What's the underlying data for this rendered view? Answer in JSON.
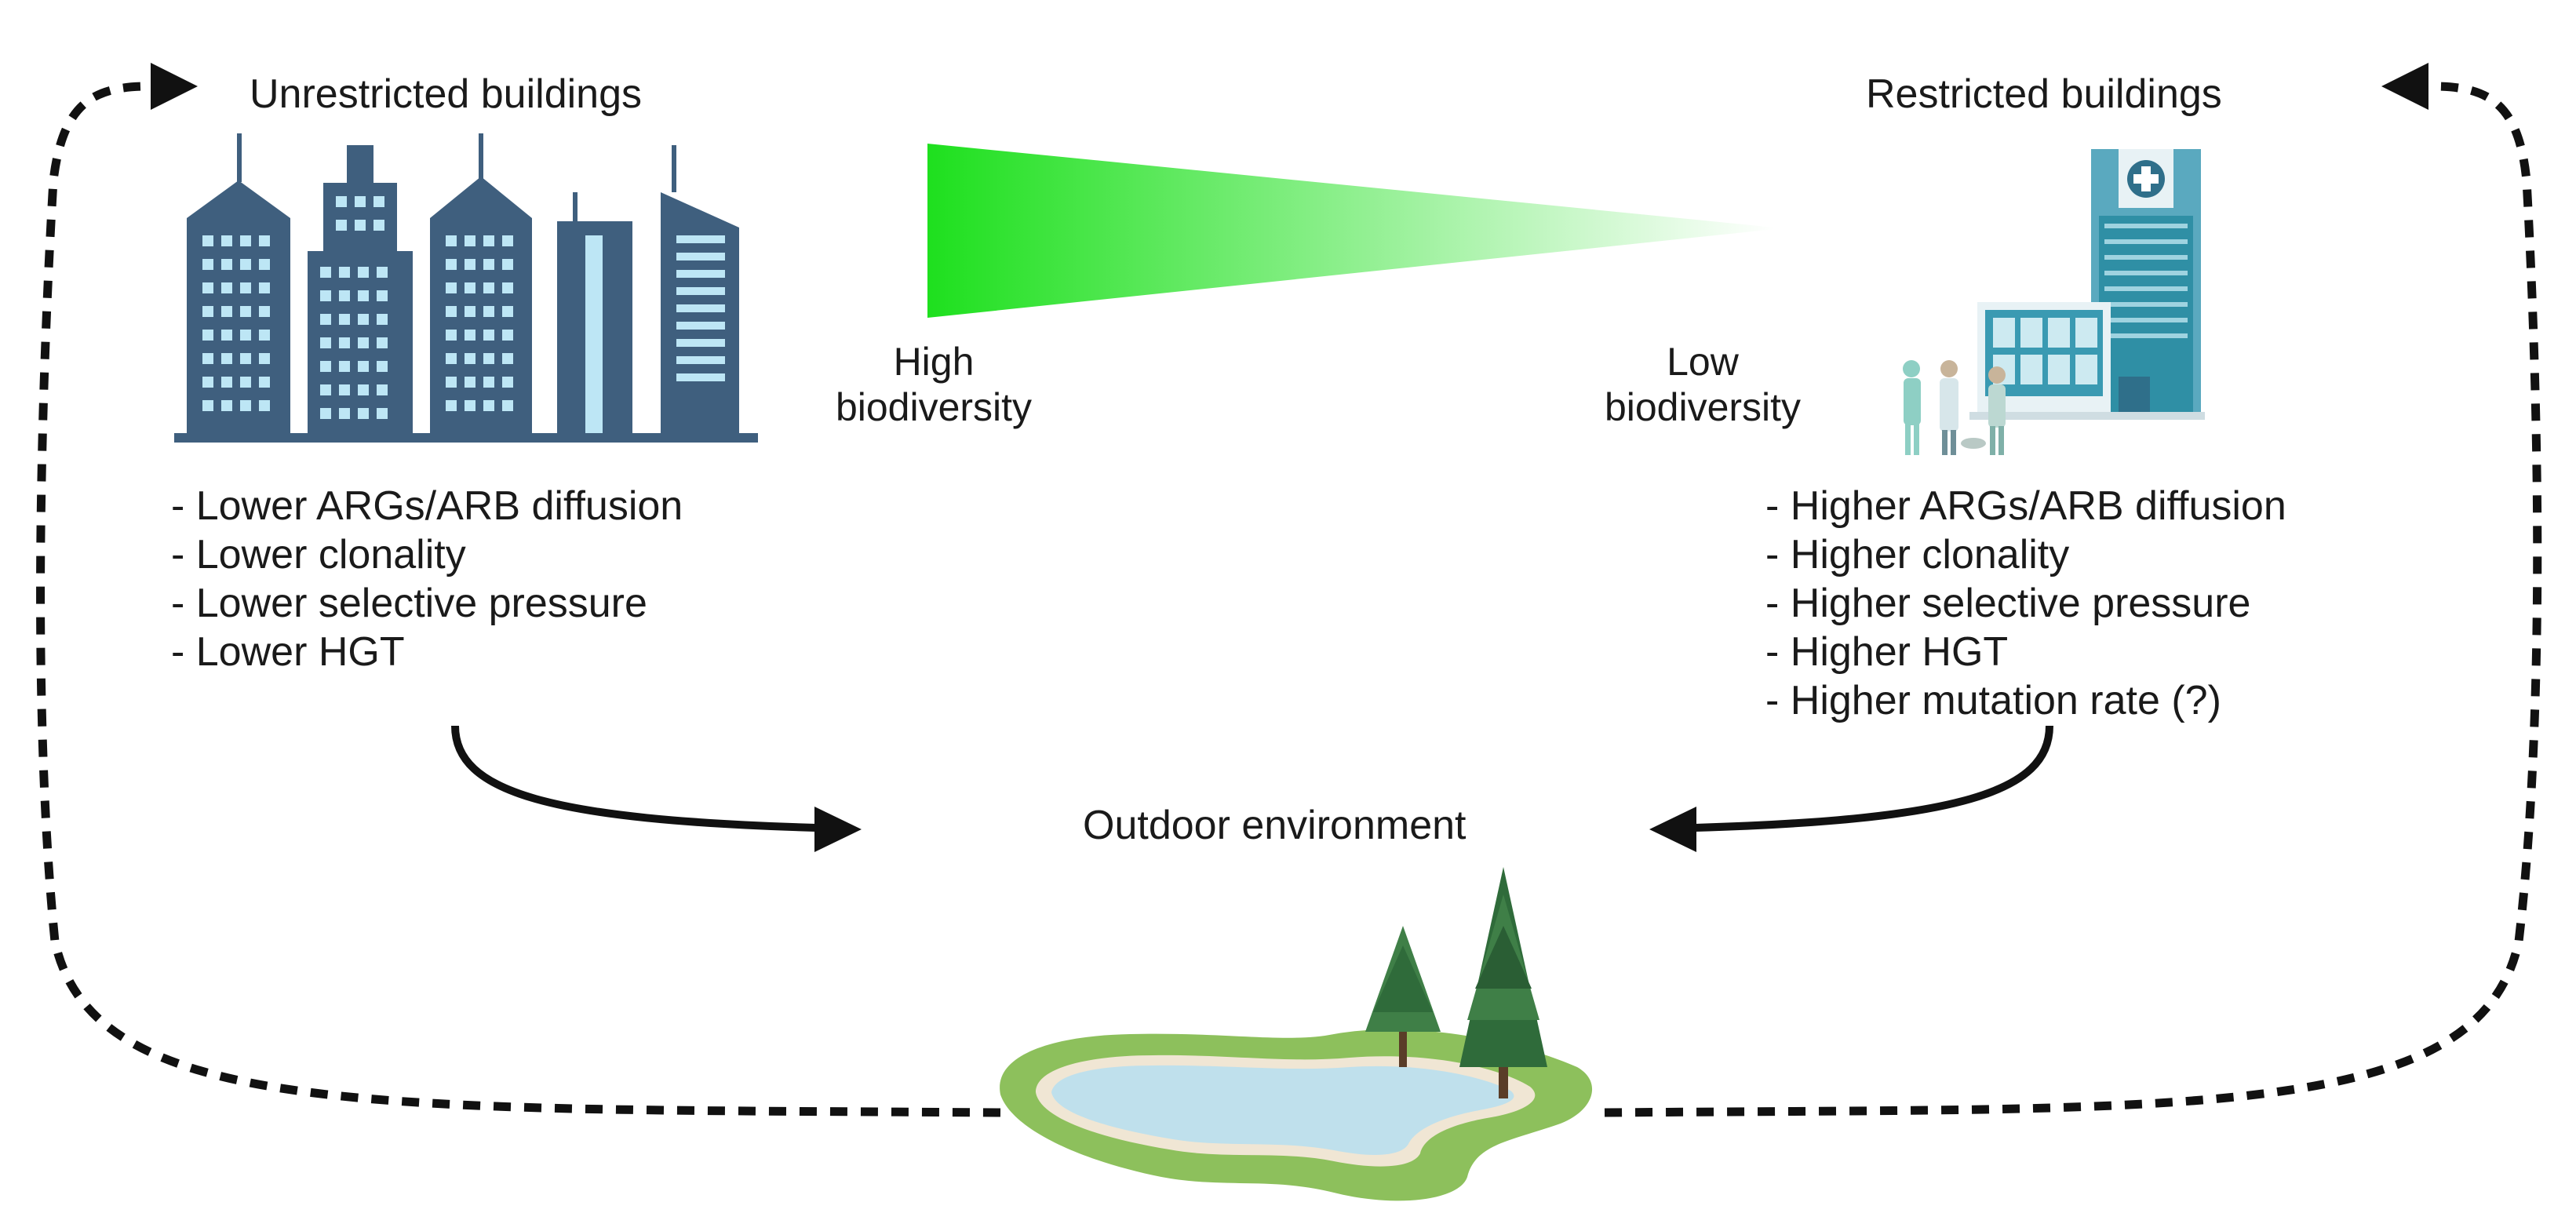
{
  "left_group": {
    "title": "Unrestricted buildings",
    "items": [
      "- Lower ARGs/ARB diffusion",
      "- Lower clonality",
      "- Lower selective pressure",
      "- Lower HGT"
    ]
  },
  "right_group": {
    "title": "Restricted buildings",
    "items": [
      "- Higher ARGs/ARB diffusion",
      "- Higher clonality",
      "- Higher selective pressure",
      "- Higher HGT",
      "- Higher mutation rate (?)"
    ]
  },
  "gradient": {
    "high_label": "High\nbiodiversity",
    "low_label": "Low\nbiodiversity",
    "color_strong": "#1ee01e",
    "color_faint": "#ffffff"
  },
  "center": {
    "title": "Outdoor environment"
  },
  "colors": {
    "building_blue": "#3f5f7e",
    "window_light": "#bde6f5",
    "hospital_teal": "#2f8fa5",
    "water": "#bfe0ec",
    "grass": "#8dc05c",
    "tree": "#2f6b3a",
    "arrow": "#111111"
  },
  "icons": [
    "city-buildings-icon",
    "hospital-icon",
    "pond-with-trees-icon"
  ]
}
